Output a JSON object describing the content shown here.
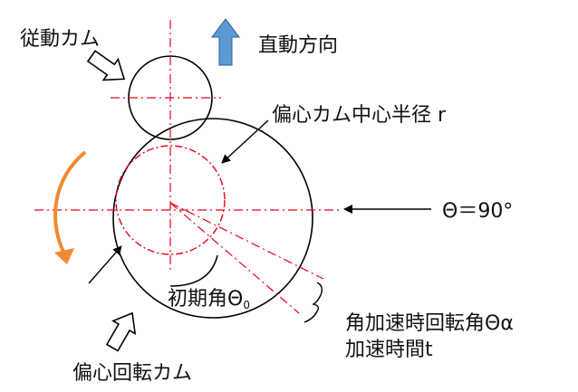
{
  "labels": {
    "follower_cam": "従動カム",
    "linear_direction": "直動方向",
    "eccentric_radius": "偏心カム中心半径 r",
    "theta_90": "Θ＝90°",
    "initial_angle": "初期角Θ",
    "initial_angle_sub": "0",
    "angular_accel_angle": "角加速時回転角Θα",
    "accel_time": "加速時間t",
    "eccentric_rotating_cam": "偏心回転カム"
  },
  "colors": {
    "line": "#000000",
    "center_line": "#e8001c",
    "rotation_arrow": "#f08a32",
    "direction_arrow": "#5b9bd5",
    "direction_arrow_border": "#2e5f8a"
  }
}
